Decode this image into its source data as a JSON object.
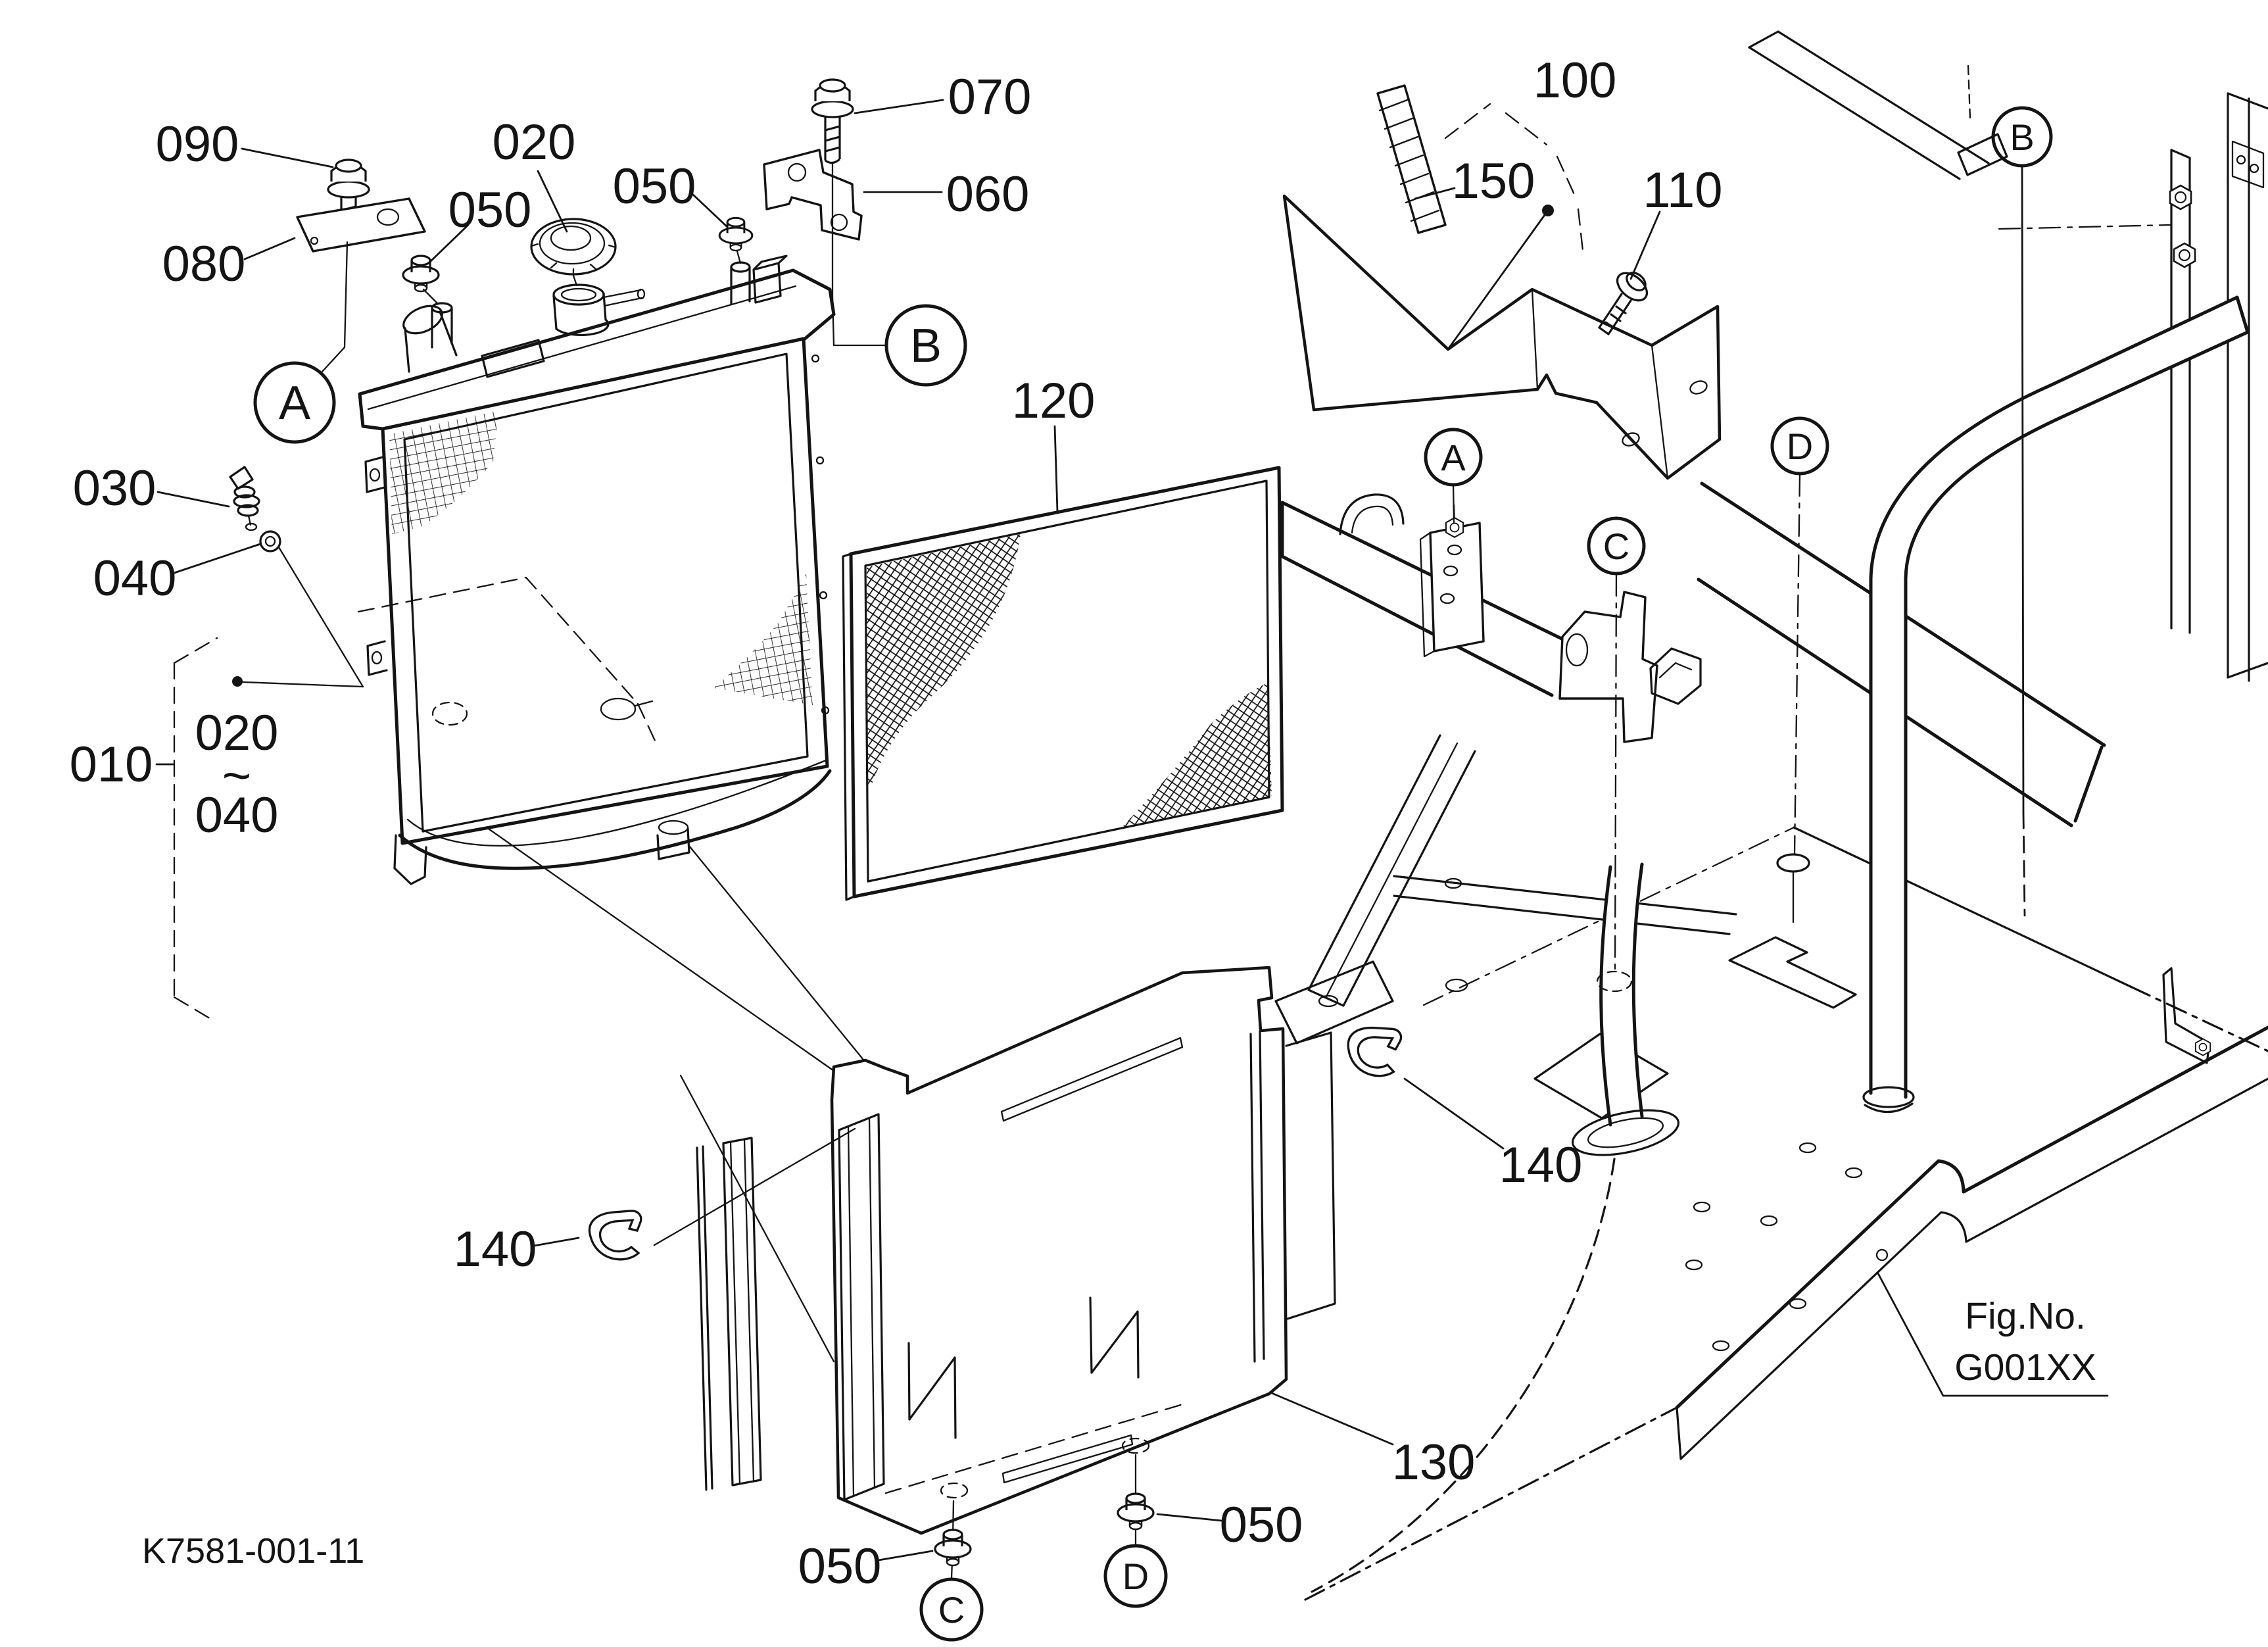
{
  "colors": {
    "ink": "#141414",
    "paper": "#ffffff"
  },
  "labels": {
    "010": "010",
    "020": "020",
    "030": "030",
    "040": "040",
    "050": "050",
    "060": "060",
    "070": "070",
    "080": "080",
    "090": "090",
    "100": "100",
    "110": "110",
    "120": "120",
    "130": "130",
    "140": "140",
    "150": "150"
  },
  "group_010": {
    "label": "010",
    "from": "020",
    "tilde": "~",
    "to": "040"
  },
  "callouts": {
    "A": "A",
    "B": "B",
    "C": "C",
    "D": "D"
  },
  "figure": {
    "prefix": "Fig.No.",
    "number": "G001XX"
  },
  "doc_number": "K7581-001-11"
}
